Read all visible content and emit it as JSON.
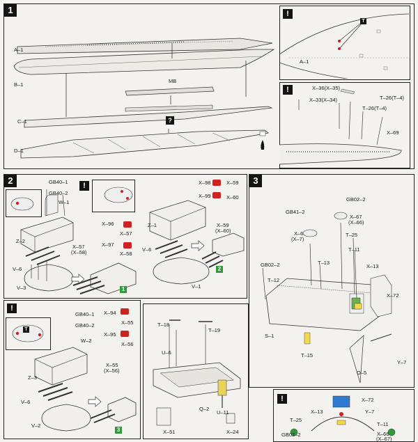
{
  "panel1": {
    "step": "1",
    "labels": {
      "a1": "A–1",
      "b1": "B–1",
      "c1": "C–1",
      "d1": "D–1",
      "mb": "MB",
      "question": "?",
      "exclam": "!"
    },
    "callout_a": {
      "exclam": "!",
      "t": "T",
      "a1": "A–1"
    },
    "callout_b": {
      "exclam": "!",
      "x36": "X–36(X–35)",
      "t26a": "T–26(T–4)",
      "x33": "X–33(X–34)",
      "t26b": "T–26(T–4)",
      "x69": "X–69"
    }
  },
  "panel2": {
    "step": "2",
    "gb401": "GB40–1",
    "gb402": "GB40–2",
    "w1": "W–1",
    "z2": "Z–2",
    "x96": "X–96",
    "x57r": "X–57",
    "x97": "X–97",
    "x58r": "X–58",
    "x57": "X–57",
    "x58": "(X–58)",
    "v6": "V–6",
    "v3": "V–3",
    "badge1": "1",
    "x98": "X–98",
    "x59r": "X–59",
    "x99": "X–99",
    "x60r": "X–60",
    "z1": "Z–1",
    "x59": "X–59",
    "x60": "(X–60)",
    "v6b": "V–6",
    "v1": "V–1",
    "badge2": "2",
    "exclam": "!"
  },
  "panel2b": {
    "exclam": "!",
    "t": "T",
    "gb401": "GB40–1",
    "gb402": "GB40–2",
    "x94": "X–94",
    "x55r": "X–55",
    "x95": "X–95",
    "x56r": "X–56",
    "w2": "W–2",
    "z3": "Z–3",
    "x55": "X–55",
    "x56": "(X–56)",
    "v6": "V–6",
    "v2": "V–2",
    "badge3": "3"
  },
  "panel3": {
    "step": "3",
    "gb022": "GB02–2",
    "gb412": "GB41–2",
    "x67": "X–67",
    "x66": "(X–66)",
    "x6": "X–6",
    "x7": "(X–7)",
    "t25": "T–25",
    "t11": "T–11",
    "t13": "T–13",
    "x13": "X–13",
    "gb022b": "GB02–2",
    "t12": "T–12",
    "x72": "X–72",
    "s1": "S–1",
    "t15": "T–15",
    "y7": "Y–7",
    "o5": "O–5"
  },
  "panel4": {
    "t18": "T–18",
    "t19": "T–19",
    "u6": "U–6",
    "q2": "Q–2",
    "u11": "U–11",
    "x51": "X–51",
    "x24": "X–24"
  },
  "panel5": {
    "exclam": "!",
    "x72": "X–72",
    "x13": "X–13",
    "y7": "Y–7",
    "t25": "T–25",
    "t11": "T–11",
    "gb022": "GB02–2",
    "x66": "X–66",
    "x67": "(X–67)"
  }
}
